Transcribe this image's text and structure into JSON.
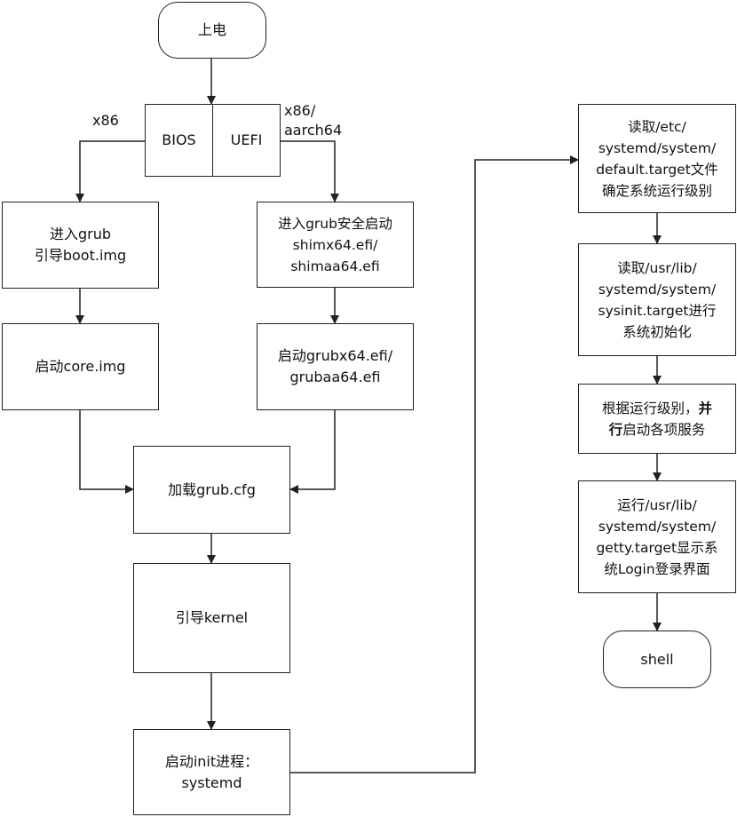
{
  "nodes": {
    "power_on": "上电",
    "bios": "BIOS",
    "uefi": "UEFI",
    "grub_boot": "进入grub\n引导boot.img",
    "core_img": "启动core.img",
    "grub_secure": "进入grub安全启动\nshimx64.efi/\nshimaa64.efi",
    "grub_efi": "启动grubx64.efi/\ngrubaa64.efi",
    "load_grub_cfg": "加载grub.cfg",
    "boot_kernel": "引导kernel",
    "start_init": "启动init进程：\nsystemd",
    "read_default_target": "读取/etc/\nsystemd/system/\ndefault.target文件\n确定系统运行级别",
    "read_sysinit": "读取/usr/lib/\nsystemd/system/\nsysinit.target进行\n系统初始化",
    "start_services_pre": "根据运行级别，",
    "start_services_bold1": "并",
    "start_services_bold2": "行",
    "start_services_post": "启动各项服务",
    "run_getty": "运行/usr/lib/\nsystemd/system/\ngetty.target显示系\n统Login登录界面",
    "shell": "shell"
  },
  "edge_labels": {
    "x86": "x86",
    "x86_aarch64": "x86/\naarch64"
  }
}
